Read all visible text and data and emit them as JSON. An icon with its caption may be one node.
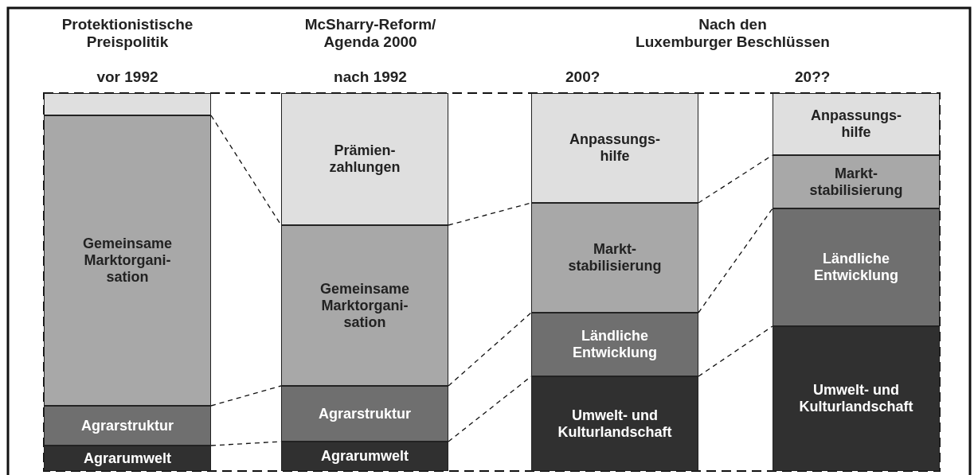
{
  "diagram": {
    "nodes": [
      {
        "text": [],
        "shape": "box"
      },
      {
        "text": [
          "Gemeinsame Marktorgani- sation"
        ]
      },
      {
        "text": [
          "Agrarstruktur"
        ]
      },
      {
        "text": [
          "Agrarumwelt"
        ]
      },
      {
        "text": [
          "Prämien- zahlungen"
        ]
      },
      {
        "text": [
          "Gemeinsame Marktorgani- sation"
        ]
      },
      {
        "text": [
          "Agrarstruktur"
        ]
      },
      {
        "text": [
          "Agrarumwelt"
        ]
      },
      {
        "text": [
          "Anpassungs- hilfe"
        ]
      },
      {
        "text": [
          "Markt- stabilisierung"
        ]
      },
      {
        "text": [
          "Ländliche Entwicklung"
        ]
      },
      {
        "text": [
          "Umwelt- und Kulturlandschaft"
        ]
      },
      {
        "text": [
          "Anpassungs- hilfe"
        ]
      },
      {
        "text": [
          "Markt- stabilisierung"
        ]
      },
      {
        "text": [
          "Ländliche Entwicklung"
        ]
      },
      {
        "text": [
          "Umwelt- und Kulturlandschaft"
        ]
      }
    ],
    "edges": [
      {
        "from": 1,
        "to": 5,
        "arrow": "none",
        "style": "dashed"
      },
      {
        "from": 2,
        "to": 6,
        "arrow": "none",
        "style": "dashed"
      },
      {
        "from": 3,
        "to": 7,
        "arrow": "none",
        "style": "dashed"
      },
      {
        "from": 5,
        "to": 9,
        "arrow": "none",
        "style": "dashed"
      },
      {
        "from": 6,
        "to": 10,
        "arrow": "none",
        "style": "dashed"
      },
      {
        "from": 7,
        "to": 11,
        "arrow": "none",
        "style": "dashed"
      },
      {
        "from": 9,
        "to": 13,
        "arrow": "none",
        "style": "dashed"
      },
      {
        "from": 10,
        "to": 14,
        "arrow": "none",
        "style": "dashed"
      },
      {
        "from": 11,
        "to": 15,
        "arrow": "none",
        "style": "dashed"
      }
    ],
    "labels": [
      "Protektionistische Preispolitik",
      "McSharry-Reform/ Agenda 2000",
      "Nach den Luxemburger Beschlüssen",
      "vor 1992",
      "nach 1992",
      "200?",
      "20??"
    ]
  }
}
